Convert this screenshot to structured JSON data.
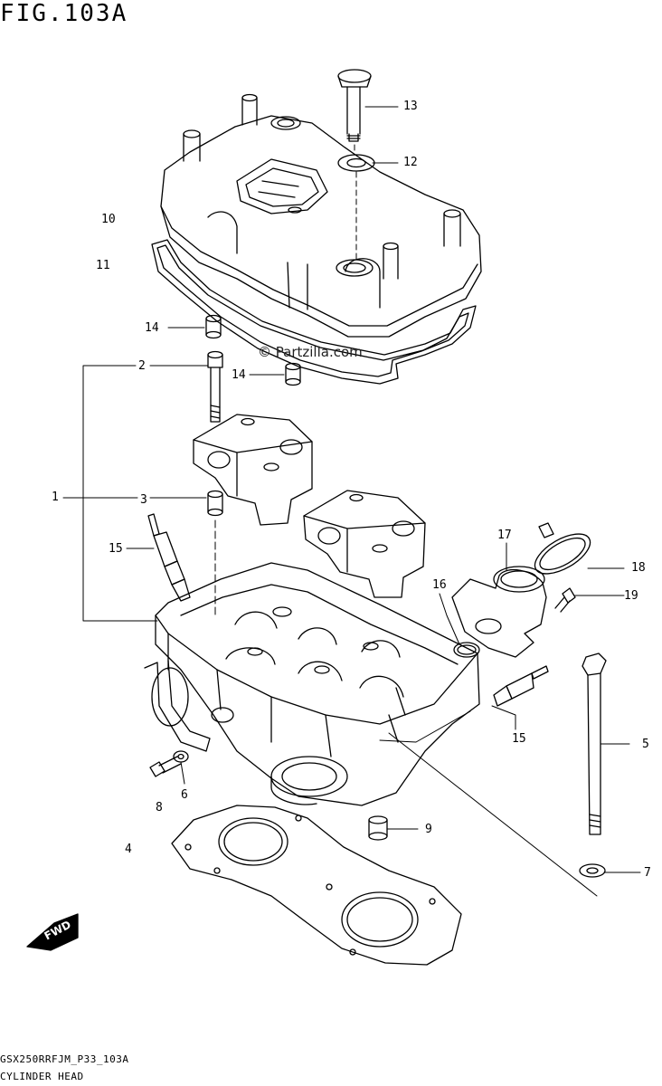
{
  "figure": {
    "title": "FIG.103A",
    "code": "GSX250RRFJM_P33_103A",
    "caption": "CYLINDER HEAD",
    "watermark": "© Partzilla.com",
    "fwd_label": "FWD"
  },
  "callouts": [
    {
      "id": "c1",
      "label": "1"
    },
    {
      "id": "c2",
      "label": "2"
    },
    {
      "id": "c3",
      "label": "3"
    },
    {
      "id": "c4",
      "label": "4"
    },
    {
      "id": "c5",
      "label": "5"
    },
    {
      "id": "c6",
      "label": "6"
    },
    {
      "id": "c7",
      "label": "7"
    },
    {
      "id": "c8",
      "label": "8"
    },
    {
      "id": "c9",
      "label": "9"
    },
    {
      "id": "c10",
      "label": "10"
    },
    {
      "id": "c11",
      "label": "11"
    },
    {
      "id": "c12",
      "label": "12"
    },
    {
      "id": "c13",
      "label": "13"
    },
    {
      "id": "c14a",
      "label": "14"
    },
    {
      "id": "c14b",
      "label": "14"
    },
    {
      "id": "c15a",
      "label": "15"
    },
    {
      "id": "c15b",
      "label": "15"
    },
    {
      "id": "c16",
      "label": "16"
    },
    {
      "id": "c17",
      "label": "17"
    },
    {
      "id": "c18",
      "label": "18"
    },
    {
      "id": "c19",
      "label": "19"
    }
  ]
}
